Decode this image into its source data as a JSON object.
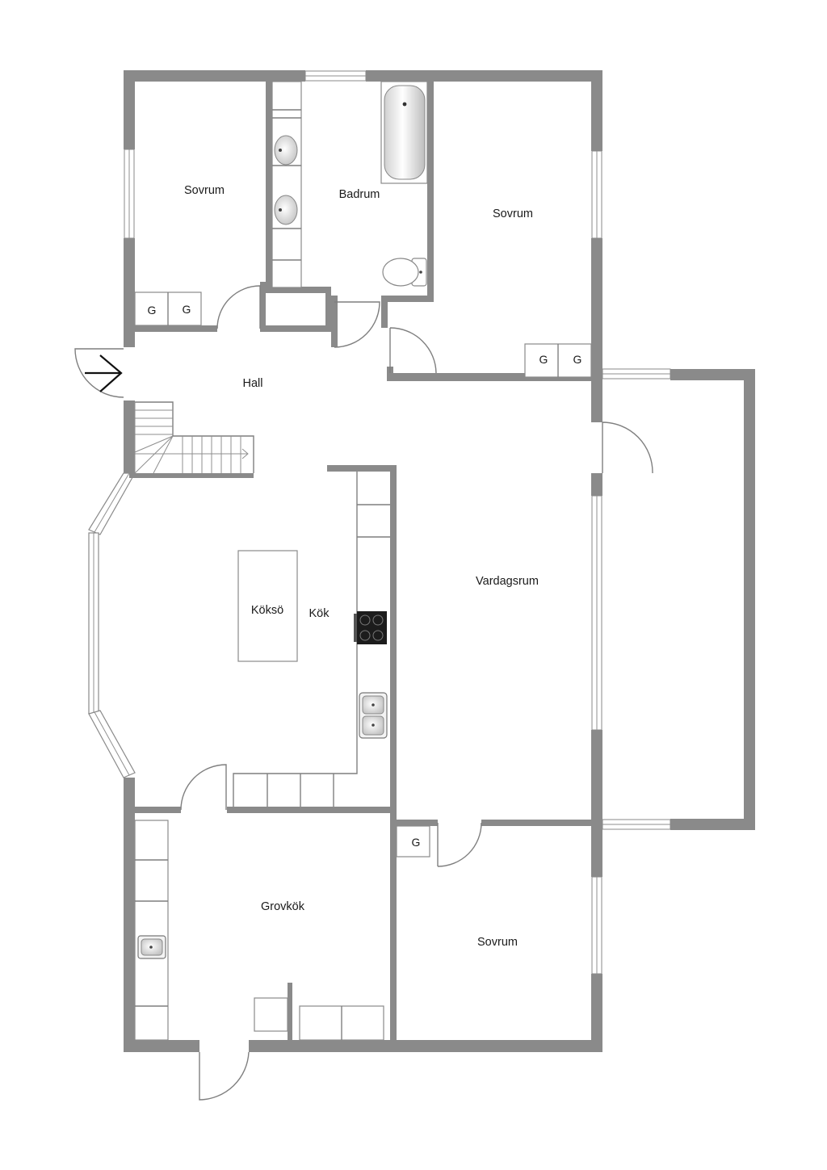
{
  "rooms": {
    "sovrum_nw": "Sovrum",
    "badrum": "Badrum",
    "sovrum_ne": "Sovrum",
    "hall": "Hall",
    "kok": "Kök",
    "koksoe": "Köksö",
    "vardagsrum": "Vardagsrum",
    "grovkok": "Grovkök",
    "sovrum_se": "Sovrum"
  },
  "wardrobes": {
    "nw_1": "G",
    "nw_2": "G",
    "ne_1": "G",
    "ne_2": "G",
    "se_1": "G"
  },
  "colors": {
    "wall": "#8a8a8a",
    "background": "#ffffff",
    "text": "#1a1a1a"
  }
}
